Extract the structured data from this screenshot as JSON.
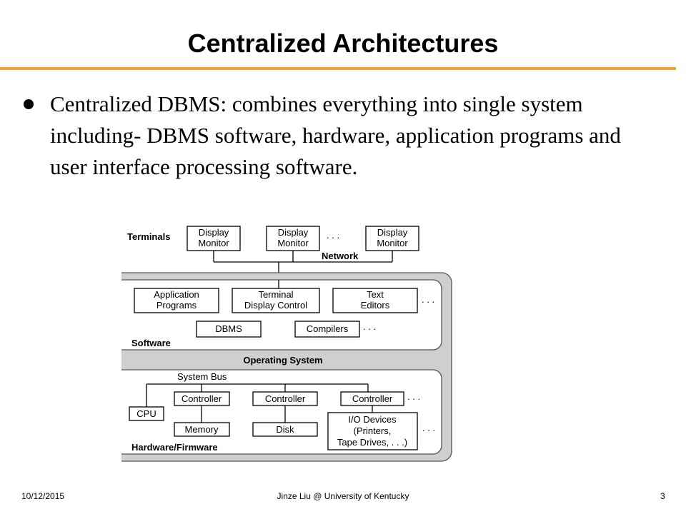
{
  "slide": {
    "title": "Centralized Architectures",
    "bullet": "Centralized DBMS: combines everything into single system including- DBMS software, hardware, application programs and user interface processing software."
  },
  "diagram": {
    "terminals_label": "Terminals",
    "terminals": [
      {
        "line1": "Display",
        "line2": "Monitor"
      },
      {
        "line1": "Display",
        "line2": "Monitor"
      },
      {
        "line1": "Display",
        "line2": "Monitor"
      }
    ],
    "network_label": "Network",
    "software_label": "Software",
    "software_row1": [
      {
        "line1": "Application",
        "line2": "Programs"
      },
      {
        "line1": "Terminal",
        "line2": "Display Control"
      },
      {
        "line1": "Text",
        "line2": "Editors"
      }
    ],
    "software_row2": [
      "DBMS",
      "Compilers"
    ],
    "os_label": "Operating System",
    "system_bus_label": "System Bus",
    "hardware_label": "Hardware/Firmware",
    "cpu": "CPU",
    "controllers": [
      "Controller",
      "Controller",
      "Controller"
    ],
    "memory": "Memory",
    "disk": "Disk",
    "io_devices": {
      "line1": "I/O Devices",
      "line2": "(Printers,",
      "line3": "Tape Drives, . . .)"
    },
    "ellipsis": ". . ."
  },
  "footer": {
    "date": "10/12/2015",
    "author": "Jinze Liu @ University of Kentucky",
    "page": "3"
  }
}
